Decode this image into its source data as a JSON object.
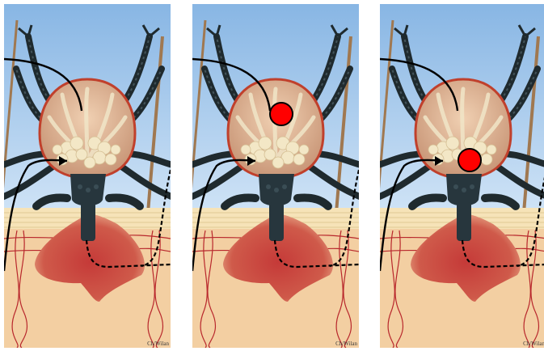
{
  "panels": [
    {
      "credit": "Ch/Wilan",
      "marker": "none"
    },
    {
      "credit": "Ch/Wilan",
      "marker": "red-dot-upper-body"
    },
    {
      "credit": "Ch/Wilan",
      "marker": "red-dot-center-body"
    }
  ],
  "colors": {
    "sky": "#a9cdee",
    "skin": "#f3cfa2",
    "blood": "#b8272c",
    "tick_legs": "#1f2a2e",
    "tick_body": "#d8a980",
    "marker": "#ff0000",
    "arrow": "#000000"
  },
  "icons": [
    "tick-illustration",
    "skin-cross-section",
    "red-dot-marker",
    "arrow-pointer",
    "dashed-path"
  ]
}
